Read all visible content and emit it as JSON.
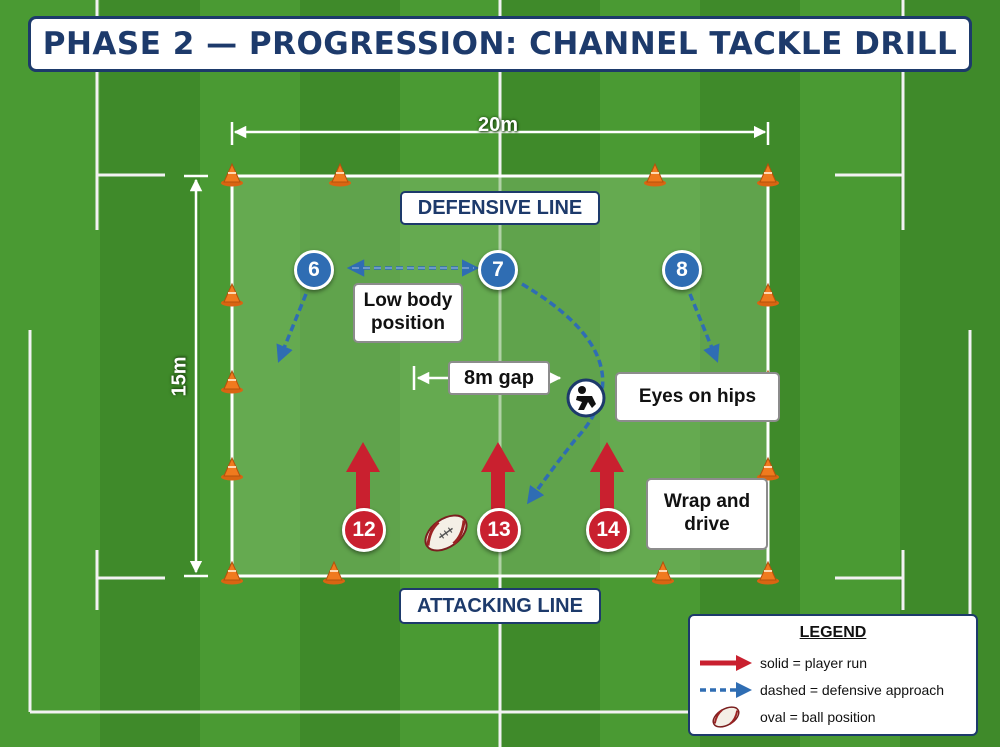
{
  "title": "PHASE 2 — PROGRESSION: CHANNEL TACKLE DRILL",
  "dimensions": {
    "width_label": "20m",
    "height_label": "15m"
  },
  "lines": {
    "defensive": "DEFENSIVE LINE",
    "attacking": "ATTACKING LINE"
  },
  "defenders": [
    {
      "number": "6"
    },
    {
      "number": "7"
    },
    {
      "number": "8"
    }
  ],
  "attackers": [
    {
      "number": "12"
    },
    {
      "number": "13"
    },
    {
      "number": "14"
    }
  ],
  "annotations": {
    "low_body": "Low body position",
    "gap": "8m gap",
    "eyes": "Eyes on hips",
    "wrap": "Wrap and drive"
  },
  "legend": {
    "title": "LEGEND",
    "items": [
      {
        "label": "solid = player run"
      },
      {
        "label": "dashed = defensive approach"
      },
      {
        "label": "oval = ball position"
      }
    ]
  },
  "icons": {
    "cone": "cone-icon",
    "ball": "rugby-ball-icon",
    "tackler": "tackler-icon"
  },
  "colors": {
    "defender": "#2f6db3",
    "attacker": "#c9202f",
    "dashed": "#2f6db3",
    "solid": "#c9202f",
    "cone": "#f07a1e",
    "navy": "#1d3a6b"
  }
}
